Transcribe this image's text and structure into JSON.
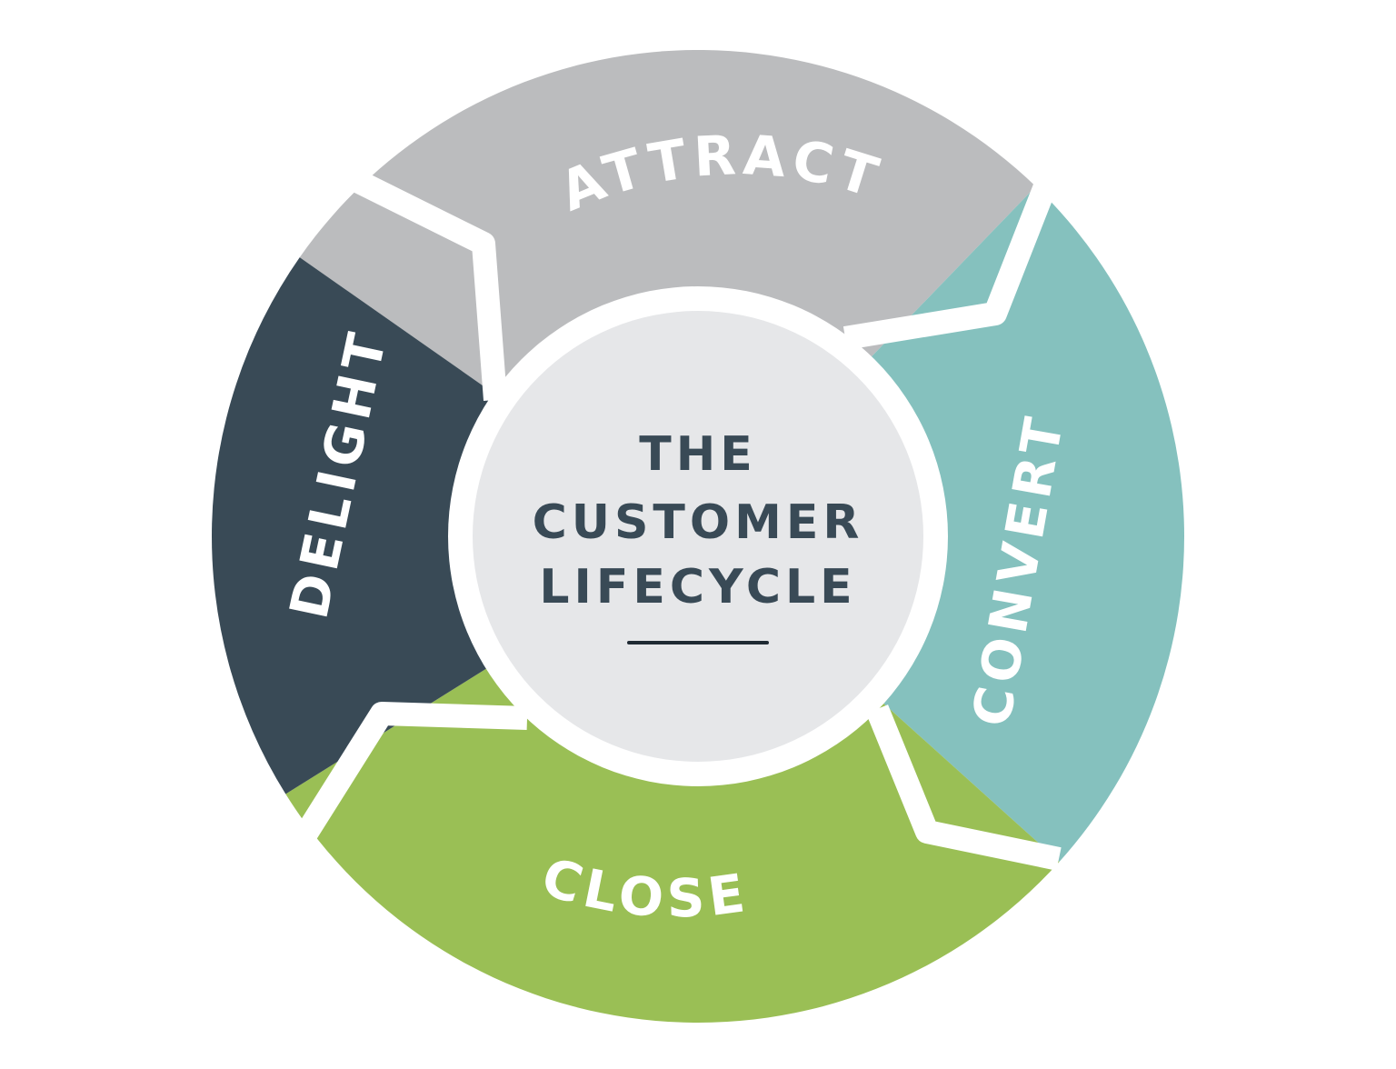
{
  "title": {
    "lines": [
      "THE",
      "CUSTOMER",
      "LIFECYCLE"
    ]
  },
  "colors": {
    "attract": "#bbbcbe",
    "convert": "#85c1be",
    "close": "#9abf55",
    "delight": "#394a56",
    "center": "#e6e7e9",
    "title_text": "#394a56",
    "stage_text": "#ffffff",
    "separator": "#ffffff"
  },
  "stages": [
    {
      "id": "attract",
      "label": "ATTRACT"
    },
    {
      "id": "convert",
      "label": "CONVERT"
    },
    {
      "id": "close",
      "label": "CLOSE"
    },
    {
      "id": "delight",
      "label": "DELIGHT"
    }
  ]
}
